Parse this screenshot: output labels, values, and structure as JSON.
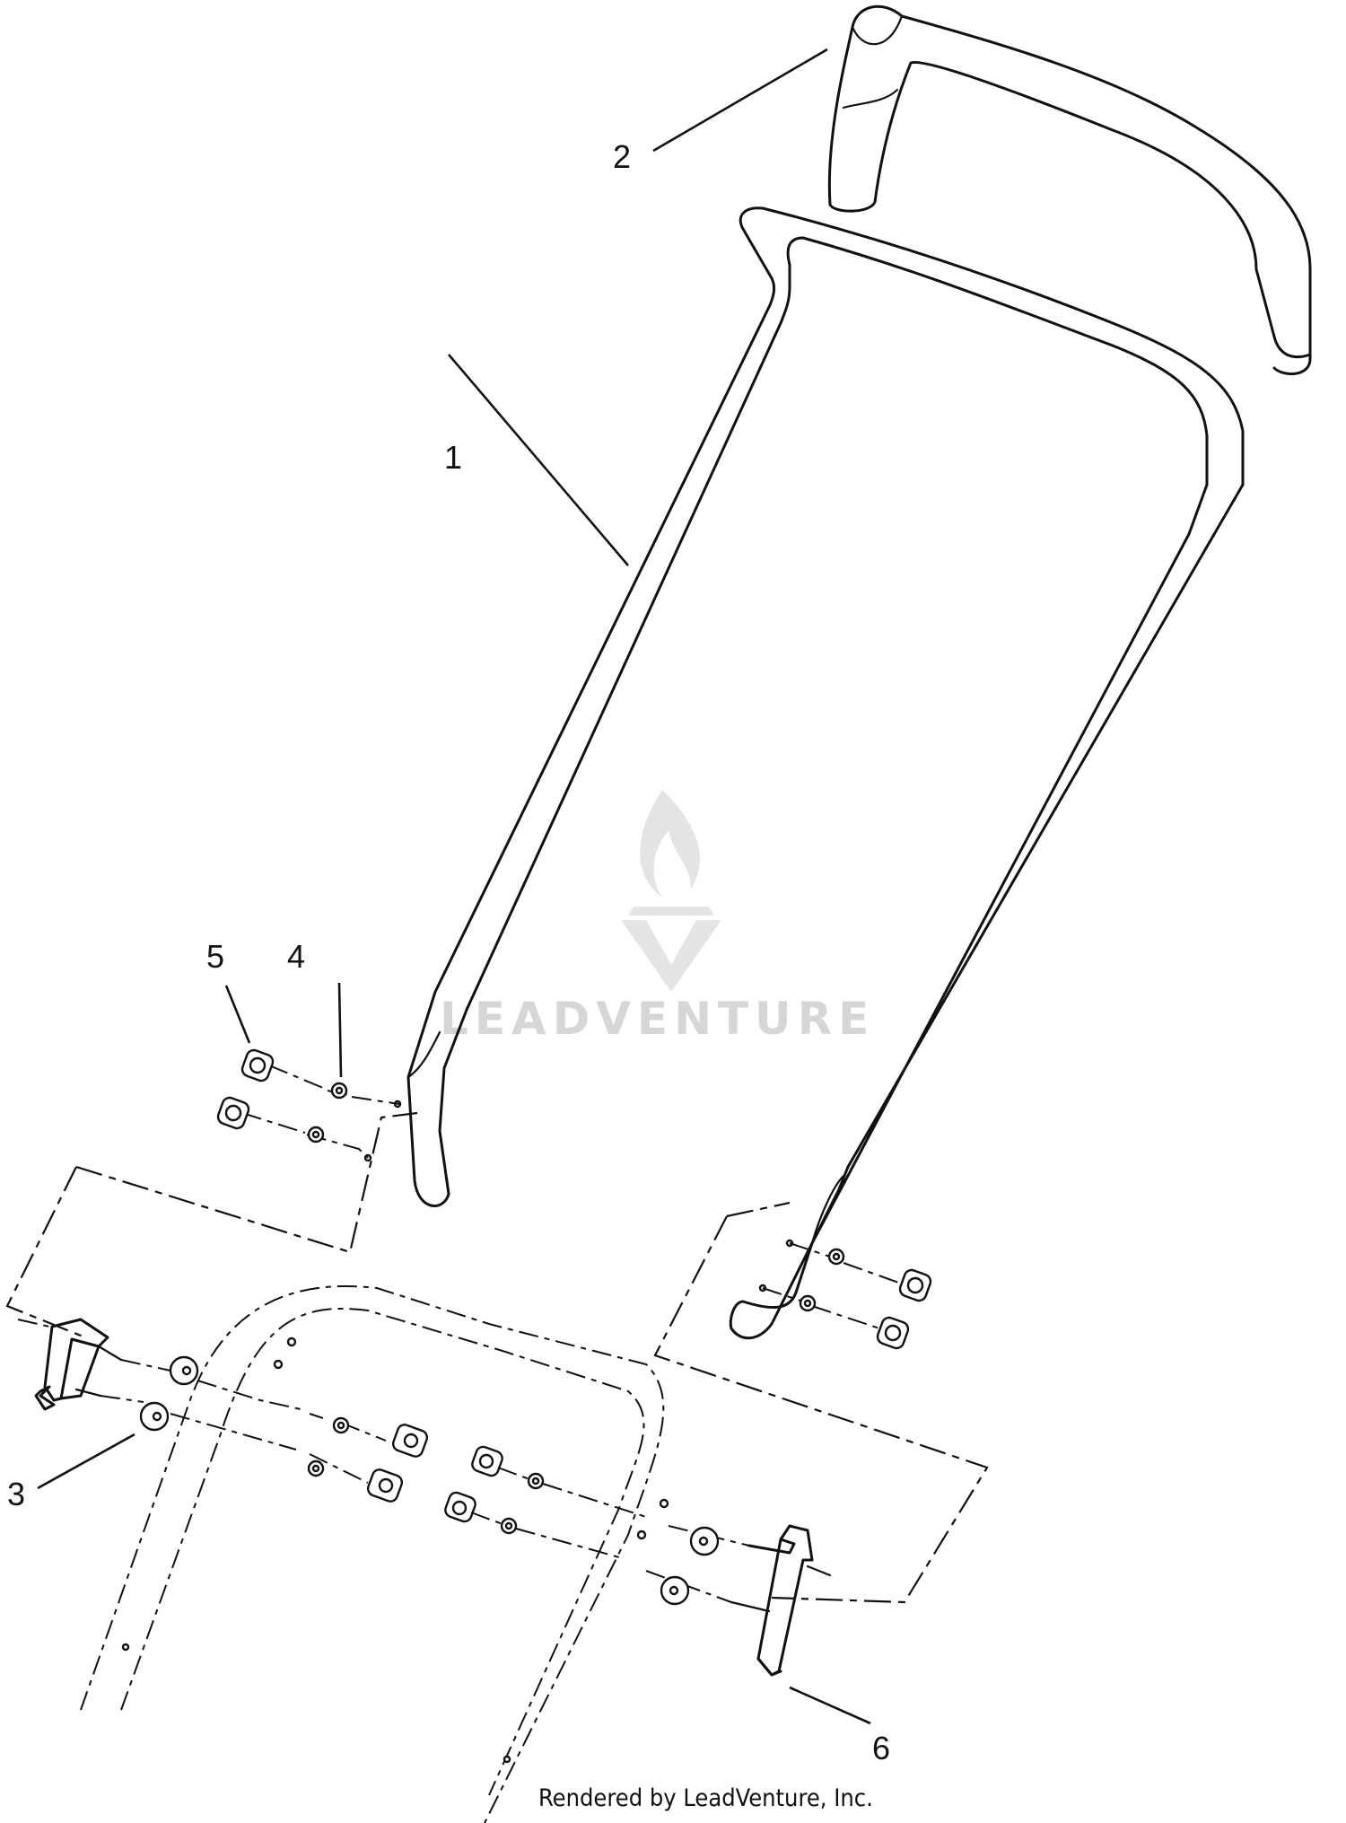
{
  "callouts": {
    "c1": "1",
    "c2": "2",
    "c3": "3",
    "c4": "4",
    "c5": "5",
    "c6": "6"
  },
  "watermark": {
    "text": "LEADVENTURE",
    "icon": "leadventure-flame-logo-icon"
  },
  "footer": {
    "credit": "Rendered by LeadVenture, Inc."
  },
  "colors": {
    "ink": "#111111",
    "watermark": "#d6d6d6",
    "background": "#ffffff"
  }
}
